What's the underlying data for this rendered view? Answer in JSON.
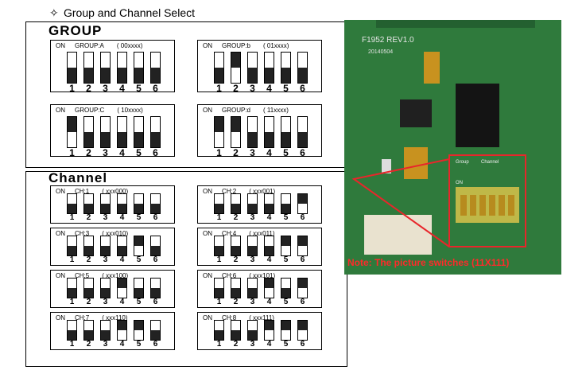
{
  "heading": {
    "icon": "four-point-star-icon",
    "text": "Group and Channel Select"
  },
  "group_box": {
    "title": "GROUP",
    "panels": [
      {
        "on_label": "ON",
        "name": "GROUP:A",
        "code": "( 00xxxx)",
        "states": [
          0,
          0,
          0,
          0,
          0,
          0
        ]
      },
      {
        "on_label": "ON",
        "name": "GROUP:b",
        "code": "( 01xxxx)",
        "states": [
          0,
          1,
          0,
          0,
          0,
          0
        ]
      },
      {
        "on_label": "ON",
        "name": "GROUP:C",
        "code": "( 10xxxx)",
        "states": [
          1,
          0,
          0,
          0,
          0,
          0
        ]
      },
      {
        "on_label": "ON",
        "name": "GROUP:d",
        "code": "( 11xxxx)",
        "states": [
          1,
          1,
          0,
          0,
          0,
          0
        ]
      }
    ],
    "numbers": [
      "1",
      "2",
      "3",
      "4",
      "5",
      "6"
    ]
  },
  "channel_box": {
    "title": "Channel",
    "panels": [
      {
        "on_label": "ON",
        "name": "CH:1",
        "code": "( xxx000)",
        "states": [
          0,
          0,
          0,
          0,
          0,
          0
        ]
      },
      {
        "on_label": "ON",
        "name": "CH:2",
        "code": "( xxx001)",
        "states": [
          0,
          0,
          0,
          0,
          0,
          1
        ]
      },
      {
        "on_label": "ON",
        "name": "CH:3",
        "code": "( xxx010)",
        "states": [
          0,
          0,
          0,
          0,
          1,
          0
        ]
      },
      {
        "on_label": "ON",
        "name": "CH:4",
        "code": "( xxx011)",
        "states": [
          0,
          0,
          0,
          0,
          1,
          1
        ]
      },
      {
        "on_label": "ON",
        "name": "CH:5",
        "code": "( xxx100)",
        "states": [
          0,
          0,
          0,
          1,
          0,
          0
        ]
      },
      {
        "on_label": "ON",
        "name": "CH:6",
        "code": "( xxx101)",
        "states": [
          0,
          0,
          0,
          1,
          0,
          1
        ]
      },
      {
        "on_label": "ON",
        "name": "CH:7",
        "code": "( xxx110)",
        "states": [
          0,
          0,
          0,
          1,
          1,
          0
        ]
      },
      {
        "on_label": "ON",
        "name": "CH:8",
        "code": "( xxx111)",
        "states": [
          0,
          0,
          0,
          1,
          1,
          1
        ]
      }
    ],
    "numbers": [
      "1",
      "2",
      "3",
      "4",
      "5",
      "6"
    ]
  },
  "photo": {
    "board_label": "F1952 REV1.0",
    "board_date": "20140504",
    "dip_labels": [
      "Group",
      "Channel"
    ],
    "on_label": "ON",
    "note": "Note: The picture switches (11X111)",
    "arrow_color": "#e8262b",
    "note_color": "#ff2a2a",
    "board_color": "#2f7a3c"
  }
}
